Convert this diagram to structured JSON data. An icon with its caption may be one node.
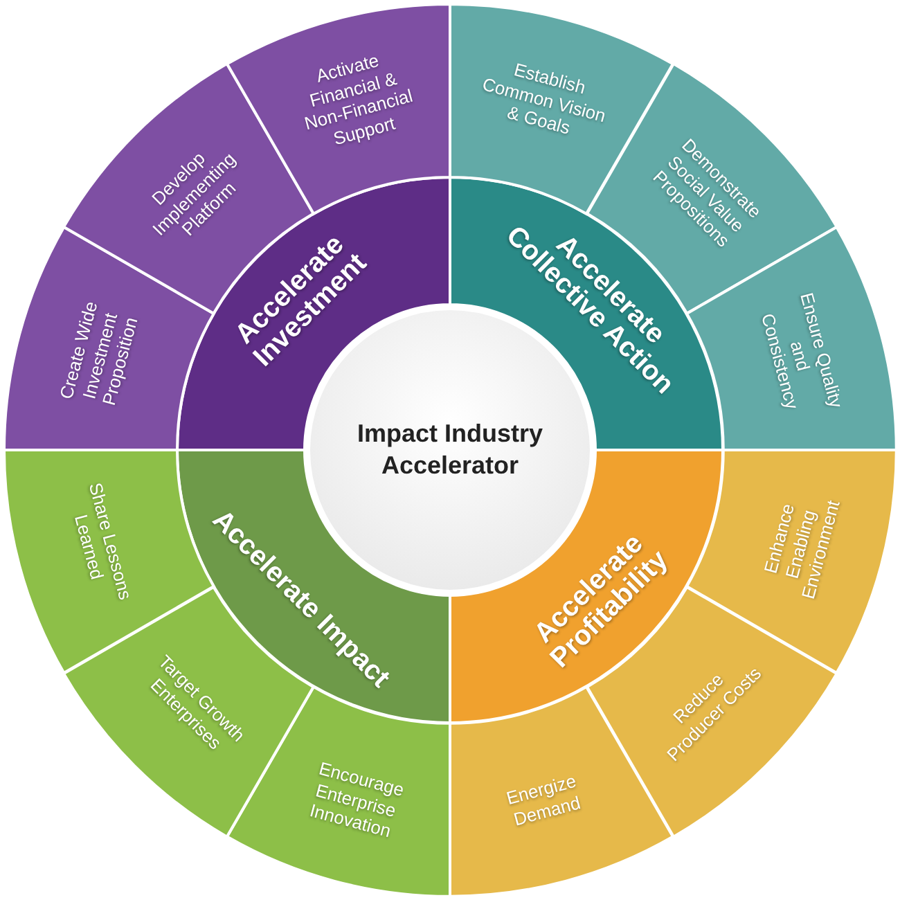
{
  "diagram": {
    "nodes": [
      {
        "text": [
          "Impact Industry Accelerator"
        ]
      },
      {
        "text": [
          "Accelerate Investment"
        ]
      },
      {
        "text": [
          "Accelerate Collective Action"
        ]
      },
      {
        "text": [
          "Accelerate Profitability"
        ]
      },
      {
        "text": [
          "Accelerate Impact"
        ]
      },
      {
        "text": [
          "Create Wide Investment Proposition"
        ]
      },
      {
        "text": [
          "Develop Implementing Platform"
        ]
      },
      {
        "text": [
          "Activate Financial & Non-Financial Support"
        ]
      },
      {
        "text": [
          "Establish Common Vision & Goals"
        ]
      },
      {
        "text": [
          "Demonstrate Social Value Propositions"
        ]
      },
      {
        "text": [
          "Ensure Quality and Consistency"
        ]
      },
      {
        "text": [
          "Enhance Enabling Environment"
        ]
      },
      {
        "text": [
          "Reduce Producer Costs"
        ]
      },
      {
        "text": [
          "Energize Demand"
        ]
      },
      {
        "text": [
          "Encourage Enterprise Innovation"
        ]
      },
      {
        "text": [
          "Target Growth Enterprises"
        ]
      },
      {
        "text": [
          "Share Lessons Learned"
        ]
      }
    ]
  }
}
